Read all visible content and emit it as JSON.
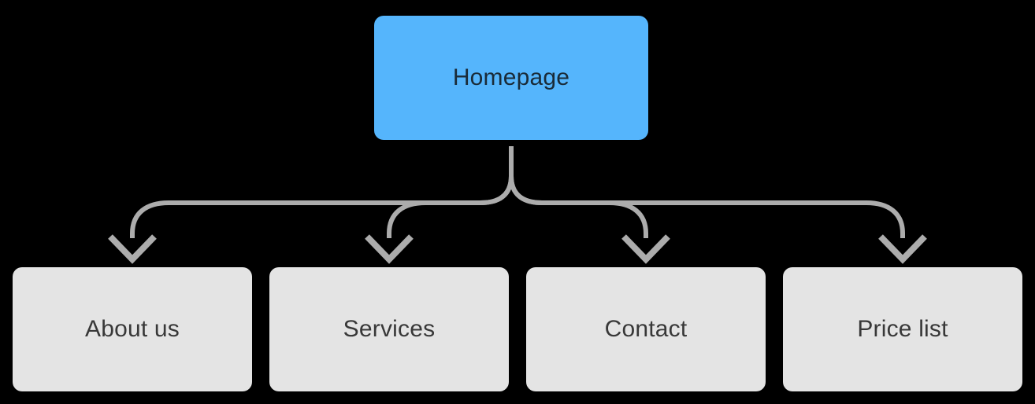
{
  "diagram": {
    "type": "sitemap-tree",
    "root": {
      "id": "homepage",
      "label": "Homepage"
    },
    "children": [
      {
        "id": "about-us",
        "label": "About us"
      },
      {
        "id": "services",
        "label": "Services"
      },
      {
        "id": "contact",
        "label": "Contact"
      },
      {
        "id": "price-list",
        "label": "Price list"
      }
    ]
  },
  "colors": {
    "background": "#000000",
    "node-primary": "#55B5FC",
    "node-primary-text": "#1A2B38",
    "node-secondary": "#E4E4E4",
    "node-secondary-text": "#383838",
    "connector": "#ACACAC"
  }
}
